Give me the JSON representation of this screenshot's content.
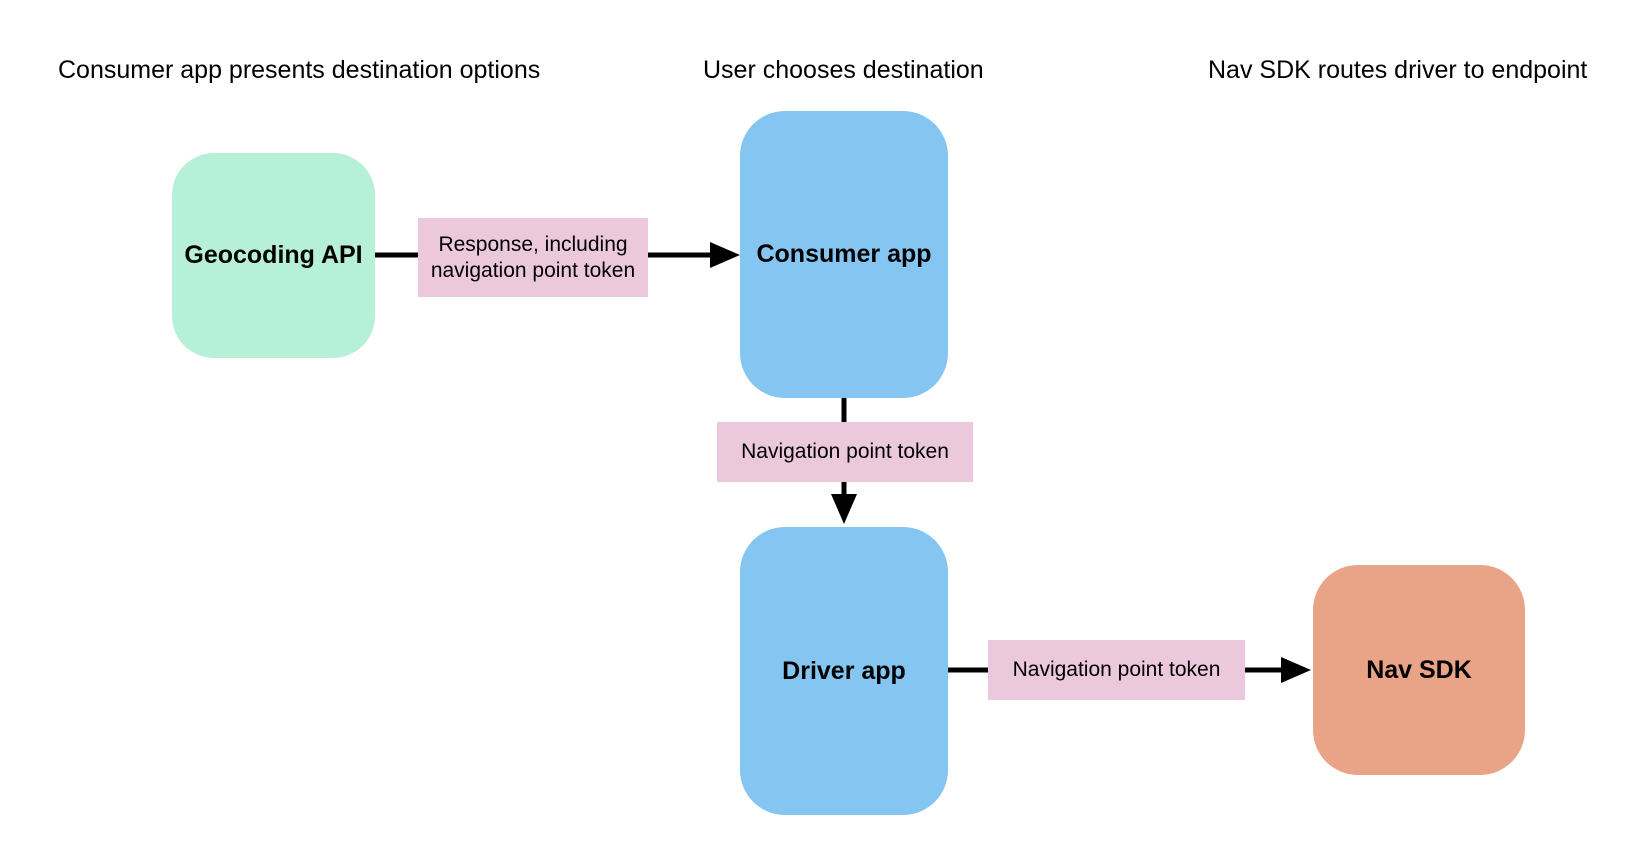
{
  "colors": {
    "bg": "#ffffff",
    "text": "#000000",
    "arrow": "#000000",
    "node_green": "#b6f0d9",
    "node_blue": "#85c5f2",
    "node_orange": "#e9a386",
    "label_pink": "#ecc8dd"
  },
  "headers": [
    {
      "text": "Consumer app presents destination options"
    },
    {
      "text": "User chooses destination"
    },
    {
      "text": "Nav SDK routes driver to endpoint"
    }
  ],
  "nodes": {
    "geocoding_api": {
      "label": "Geocoding API"
    },
    "consumer_app": {
      "label": "Consumer app"
    },
    "driver_app": {
      "label": "Driver app"
    },
    "nav_sdk": {
      "label": "Nav SDK"
    }
  },
  "edge_labels": {
    "geocoding_to_consumer": "Response, including navigation point token",
    "consumer_to_driver": "Navigation point token",
    "driver_to_navsdk": "Navigation point token"
  }
}
